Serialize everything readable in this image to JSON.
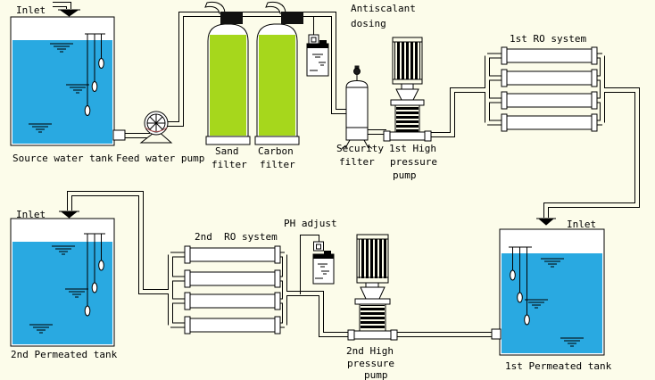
{
  "colors": {
    "background": "#FCFCEA",
    "water": "#29A9E1",
    "filter_green": "#A6D71C",
    "line": "#000000",
    "pump_accent": "#B25B5B"
  },
  "labels": {
    "inlet_source": "Inlet",
    "source_tank": "Source water tank",
    "feed_pump": "Feed water pump",
    "sand_filter": [
      "Sand",
      "filter"
    ],
    "carbon_filter": [
      "Carbon",
      "filter"
    ],
    "antiscalant": [
      "Antiscalant",
      "dosing"
    ],
    "security_filter": [
      "Security",
      "filter"
    ],
    "hp_pump_1": [
      "1st High",
      "pressure",
      "pump"
    ],
    "ro_system_1": "1st RO system",
    "inlet_tank2": "Inlet",
    "permeated_tank_2": "2nd Permeated tank",
    "ro_system_2": "2nd  RO system",
    "ph_adjust": "PH adjust",
    "hp_pump_2": [
      "2nd High",
      "pressure",
      "pump"
    ],
    "inlet_tank1": "Inlet",
    "permeated_tank_1": "1st Permeated tank"
  }
}
